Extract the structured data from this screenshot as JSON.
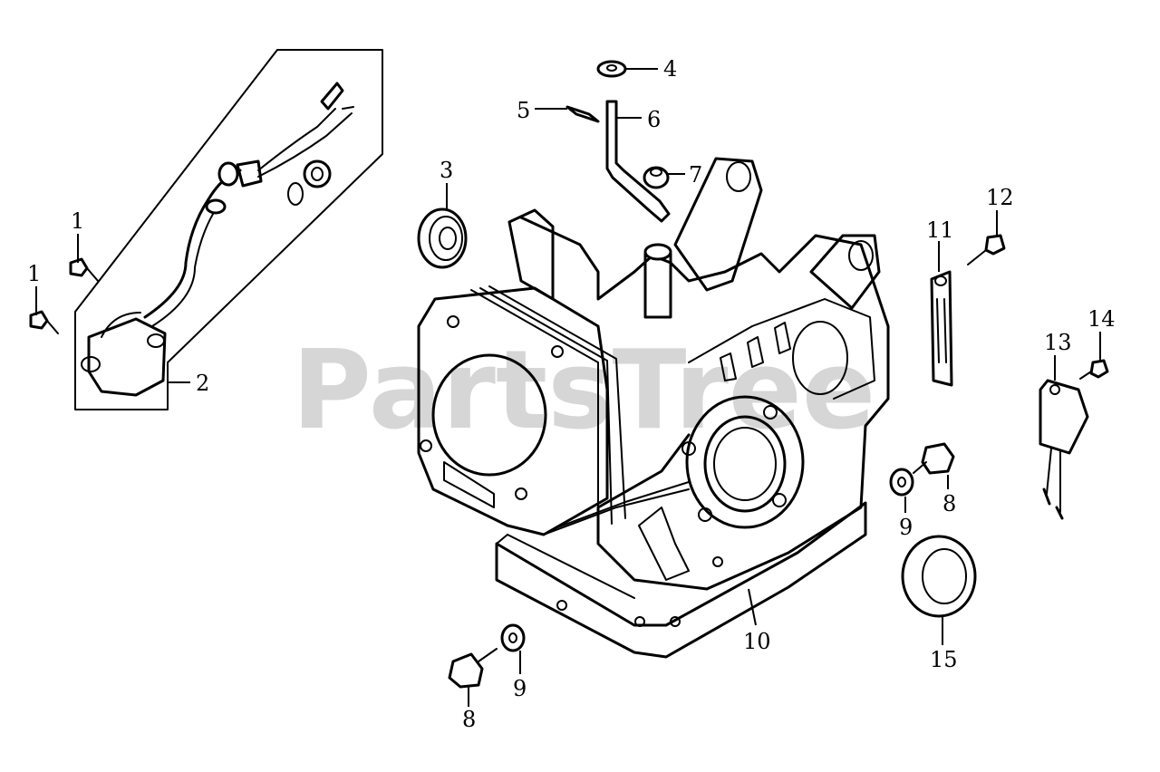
{
  "watermark": "PartsTree",
  "callouts": [
    {
      "id": "c1a",
      "label": "1"
    },
    {
      "id": "c1b",
      "label": "1"
    },
    {
      "id": "c2",
      "label": "2"
    },
    {
      "id": "c3",
      "label": "3"
    },
    {
      "id": "c4",
      "label": "4"
    },
    {
      "id": "c5",
      "label": "5"
    },
    {
      "id": "c6",
      "label": "6"
    },
    {
      "id": "c7",
      "label": "7"
    },
    {
      "id": "c8a",
      "label": "8"
    },
    {
      "id": "c8b",
      "label": "8"
    },
    {
      "id": "c9a",
      "label": "9"
    },
    {
      "id": "c9b",
      "label": "9"
    },
    {
      "id": "c10",
      "label": "10"
    },
    {
      "id": "c11",
      "label": "11"
    },
    {
      "id": "c12",
      "label": "12"
    },
    {
      "id": "c13",
      "label": "13"
    },
    {
      "id": "c14",
      "label": "14"
    },
    {
      "id": "c15",
      "label": "15"
    }
  ]
}
